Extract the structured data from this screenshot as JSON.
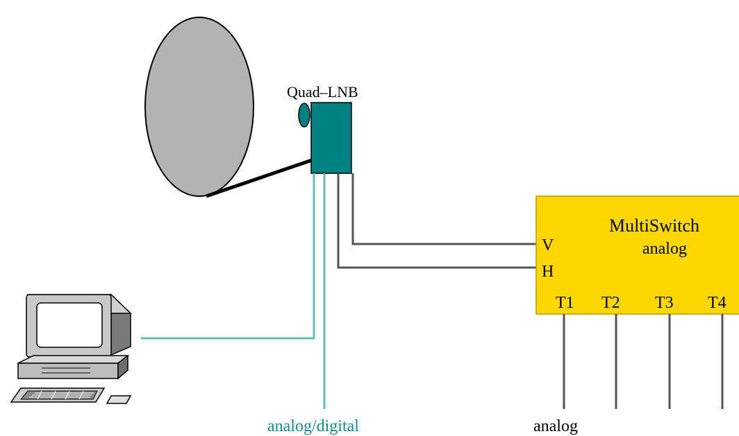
{
  "diagram": {
    "lnb_label": "Quad–LNB",
    "multiswitch": {
      "title": "MultiSwitch",
      "subtitle": "analog",
      "inputs": [
        "V",
        "H"
      ],
      "outputs": [
        "T1",
        "T2",
        "T3",
        "T4"
      ]
    },
    "bottom_labels": {
      "left": "analog/digital",
      "right": "analog"
    }
  },
  "colors": {
    "background": "#ffffff",
    "dish": "#b3b3b3",
    "lnb": "#008080",
    "teal_cable": "#5fbfb8",
    "gray_cable": "#555555",
    "multiswitch": "#ffd700",
    "multiswitch_border": "#b89a00",
    "analog_digital_text": "#1a8a8a",
    "text": "#000000"
  }
}
